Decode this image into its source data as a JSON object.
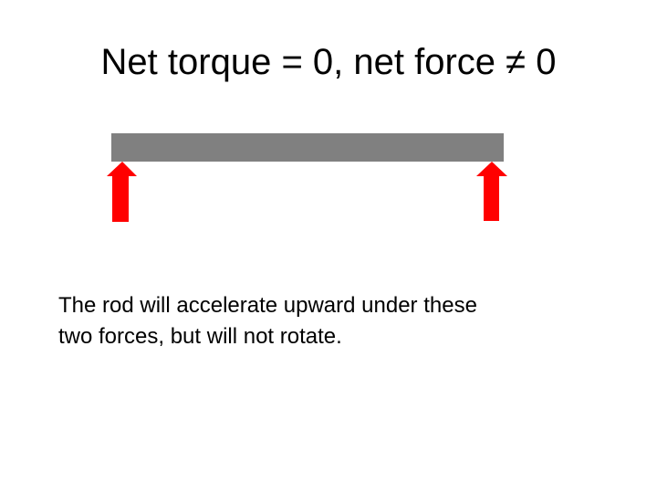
{
  "slide": {
    "title": "Net torque = 0, net force ≠ 0",
    "caption_lines": [
      "The rod will accelerate upward under these",
      "two forces, but will not rotate."
    ]
  },
  "diagram": {
    "rod_color": "#808080",
    "arrow_color": "#ff0000",
    "arrow_direction": "up",
    "arrow_count": 2
  }
}
